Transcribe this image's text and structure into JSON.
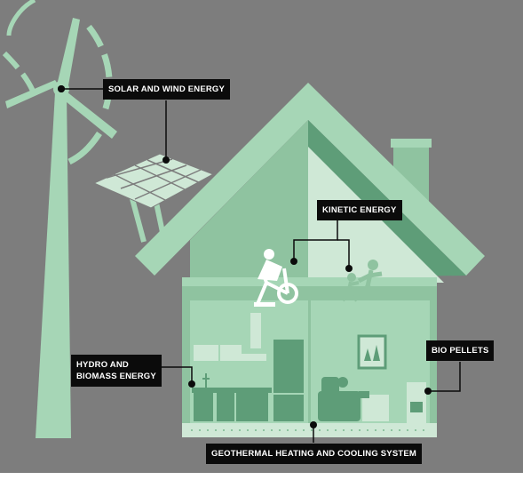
{
  "colors": {
    "background": "#7d7d7d",
    "light_green": "#a6d6b6",
    "pale_green": "#cfe8d6",
    "mid_green": "#8fc3a0",
    "dark_green": "#5e9d78",
    "label_bg": "#0b0b0b",
    "label_text": "#ffffff"
  },
  "labels": {
    "solar_wind": "SOLAR AND WIND ENERGY",
    "kinetic": "KINETIC ENERGY",
    "hydro_biomass_line1": "HYDRO AND",
    "hydro_biomass_line2": "BIOMASS ENERGY",
    "bio_pellets": "BIO PELLETS",
    "geothermal": "GEOTHERMAL HEATING AND COOLING SYSTEM"
  },
  "icons": [
    "wind-turbine-icon",
    "solar-panel-icon",
    "house-icon",
    "exercise-bike-icon",
    "running-children-icon",
    "kitchen-icon",
    "living-room-icon",
    "stove-icon"
  ]
}
